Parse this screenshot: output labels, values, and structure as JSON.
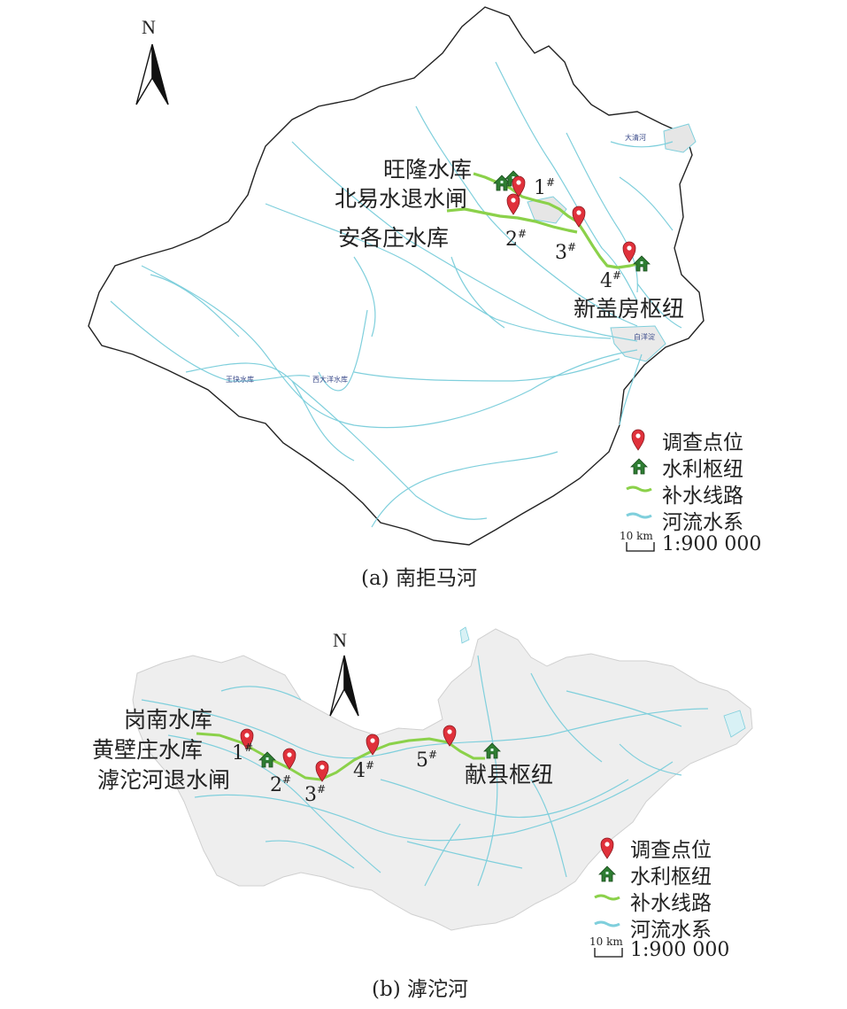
{
  "map_a": {
    "caption": "(a) 南拒马河",
    "north_label": "N",
    "site_labels": [
      "旺隆水库",
      "北易水退水闸",
      "安各庄水库",
      "新盖房枢纽"
    ],
    "point_numbers": [
      "1",
      "2",
      "3",
      "4"
    ],
    "point_suffix": "#",
    "map_text": [
      "王快水库",
      "西大洋水库",
      "白洋淀",
      "大清河"
    ],
    "legend": [
      "调查点位",
      "水利枢纽",
      "补水线路",
      "河流水系"
    ],
    "scale_label": "10 km",
    "scale_ratio": "1:900 000"
  },
  "map_b": {
    "caption": "(b) 滹沱河",
    "north_label": "N",
    "site_labels": [
      "岗南水库",
      "黄壁庄水库",
      "滹沱河退水闸",
      "献县枢纽"
    ],
    "point_numbers": [
      "1",
      "2",
      "3",
      "4",
      "5"
    ],
    "point_suffix": "#",
    "legend": [
      "调查点位",
      "水利枢纽",
      "补水线路",
      "河流水系"
    ],
    "scale_label": "10 km",
    "scale_ratio": "1:900 000"
  },
  "colors": {
    "marker": "#e0313b",
    "hub": "#2e7d32",
    "route": "#8bd14a",
    "river": "#7fcfdc",
    "land_b": "#eeeeee"
  }
}
